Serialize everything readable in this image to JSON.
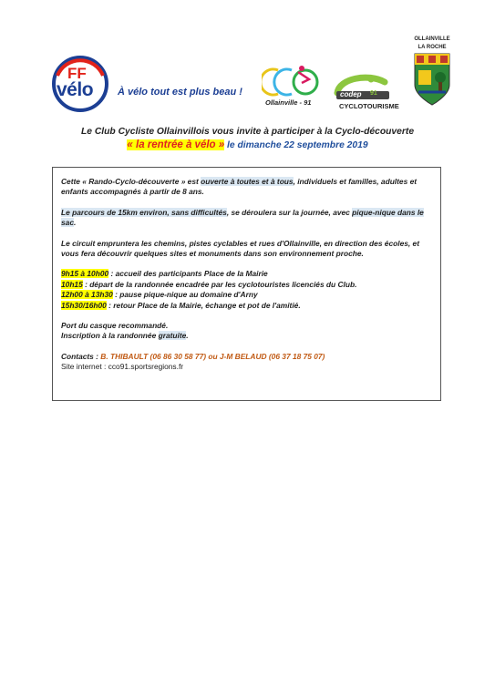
{
  "header": {
    "ffvelo": {
      "logo_top": "FF",
      "logo_bottom": "vélo",
      "tagline": "À vélo tout est plus beau !"
    },
    "club_logo": {
      "caption": "Ollainville - 91"
    },
    "codep_logo": {
      "name": "codep",
      "number": "91",
      "caption": "CYCLOTOURISME"
    },
    "town_crest": {
      "line1": "OLLAINVILLE",
      "line2": "LA ROCHE"
    }
  },
  "intro": {
    "line1": "Le Club Cycliste Ollainvillois vous invite à participer à la Cyclo-découverte",
    "event_title": "« la rentrée à vélo »",
    "event_date": "le dimanche 22 septembre 2019"
  },
  "body": {
    "p1": {
      "a": "Cette « Rando-Cyclo-découverte » est ",
      "hl": "ouverte à toutes et à tous",
      "b": ", individuels et familles, adultes et enfants accompagnés à partir de 8 ans."
    },
    "p2": {
      "hl": "Le parcours de 15km environ, sans difficultés",
      "a": ", se déroulera sur la journée, avec ",
      "hl2": "pique-nique dans le sac",
      "b": "."
    },
    "p3": "Le circuit empruntera les chemins, pistes cyclables et rues d'Ollainville, en direction des écoles, et vous fera découvrir quelques sites et monuments dans son environnement proche.",
    "schedule": [
      {
        "time": "9h15 à 10h00",
        "text": " : accueil des participants Place de la Mairie"
      },
      {
        "time": "10h15",
        "text": " : départ de la randonnée encadrée par les cyclotouristes licenciés du Club."
      },
      {
        "time": "12h00 à 13h30",
        "text": " : pause pique-nique au domaine d'Arny"
      },
      {
        "time": "15h30/16h00",
        "text": " : retour Place de la Mairie, échange et pot de l'amitié."
      }
    ],
    "helmet": "Port du casque recommandé.",
    "inscription": {
      "a": "Inscription à la randonnée ",
      "hl": "gratuite",
      "b": "."
    },
    "contacts": {
      "label": "Contacts : ",
      "text": "B. THIBAULT (06 86 30 58 77) ou J-M BELAUD (06 37 18 75 07)"
    },
    "website": "Site internet : cco91.sportsregions.fr"
  },
  "colors": {
    "ffvelo_blue": "#1c3f94",
    "ffvelo_red": "#e2231a",
    "highlight_yellow": "#ffff00",
    "highlight_blue": "#dbe8f3",
    "contact_orange": "#c15a14"
  }
}
